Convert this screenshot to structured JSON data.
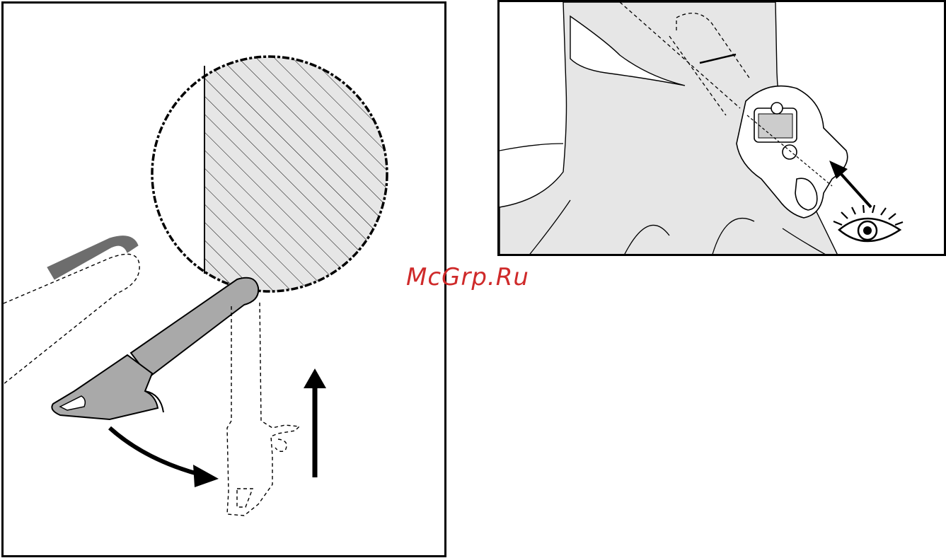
{
  "watermark": {
    "text": "McGrp.Ru"
  },
  "colors": {
    "line": "#000000",
    "log_hatch_fill": "#e6e6e6",
    "saw_bar_fill": "#a9a9a9",
    "saw_bar_dark": "#6d6d6d",
    "tree_fill": "#e6e6e6",
    "watermark": "#cf2a2a"
  },
  "left_panel": {
    "icons": [
      "log-cross-section",
      "saw-bar-solid",
      "saw-bar-dashed",
      "pivot-arrow-icon",
      "up-arrow-icon"
    ]
  },
  "right_panel": {
    "icons": [
      "tree-trunk",
      "notch-cut",
      "chainsaw-top-view",
      "sight-arrow-icon",
      "eye-icon"
    ]
  }
}
